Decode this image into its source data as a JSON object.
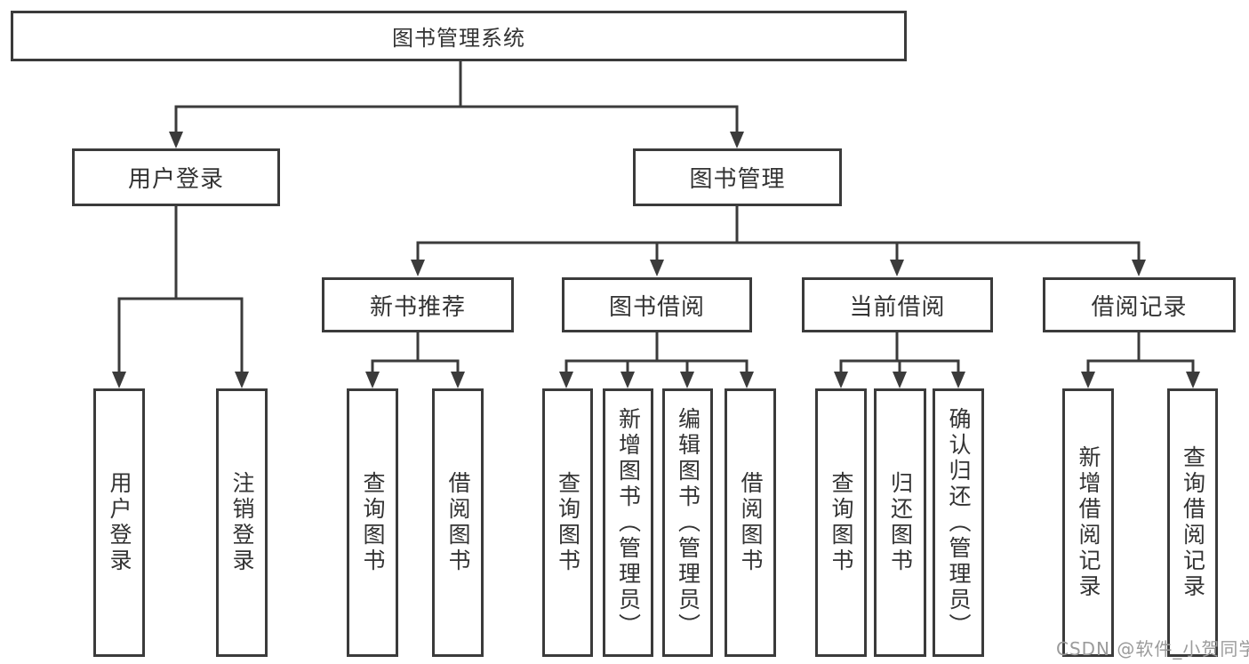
{
  "colors": {
    "line": "#3b3b3b",
    "text": "#333333",
    "background": "#ffffff",
    "watermark": "#9b9b9b"
  },
  "watermark": {
    "text": "CSDN @软件_小贺同学"
  },
  "tree": {
    "root": {
      "label": "图书管理系统"
    },
    "level2": [
      {
        "label": "用户登录",
        "children": [
          {
            "label": "用户登录"
          },
          {
            "label": "注销登录"
          }
        ]
      },
      {
        "label": "图书管理",
        "children": [
          {
            "label": "新书推荐",
            "children": [
              {
                "label": "查询图书"
              },
              {
                "label": "借阅图书"
              }
            ]
          },
          {
            "label": "图书借阅",
            "children": [
              {
                "label": "查询图书"
              },
              {
                "label": "新增图书（管理员）"
              },
              {
                "label": "编辑图书（管理员）"
              },
              {
                "label": "借阅图书"
              }
            ]
          },
          {
            "label": "当前借阅",
            "children": [
              {
                "label": "查询图书"
              },
              {
                "label": "归还图书"
              },
              {
                "label": "确认归还（管理员）"
              }
            ]
          },
          {
            "label": "借阅记录",
            "children": [
              {
                "label": "新增借阅记录"
              },
              {
                "label": "查询借阅记录"
              }
            ]
          }
        ]
      }
    ]
  }
}
